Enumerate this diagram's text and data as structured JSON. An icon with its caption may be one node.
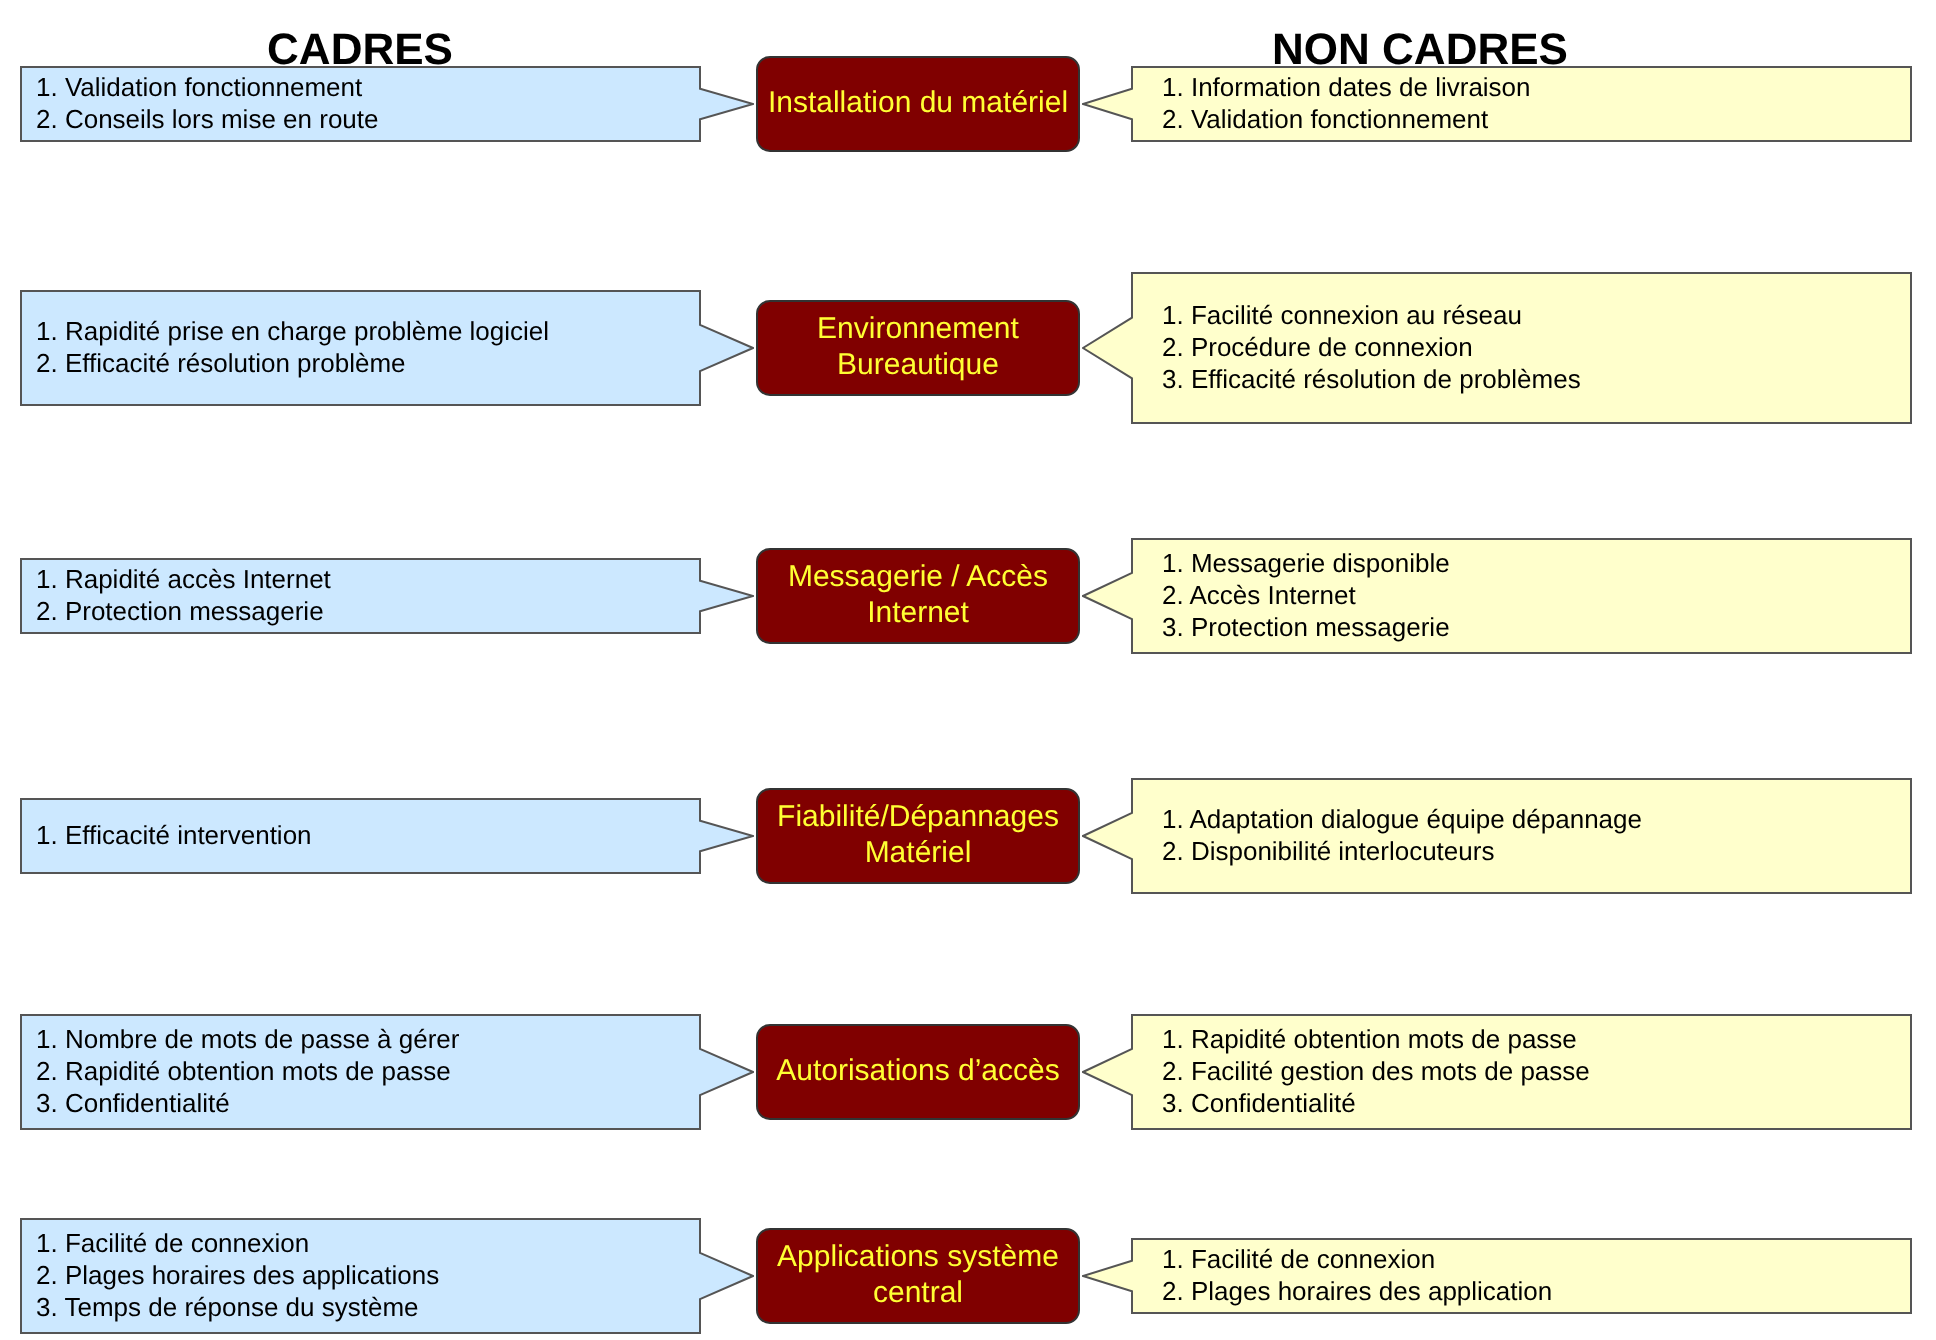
{
  "diagram": {
    "nodes": [
      {
        "text": [
          "1. Validation fonctionnement",
          "2. Conseils lors mise en route"
        ]
      },
      {
        "text": [
          "Installation du matériel"
        ]
      },
      {
        "text": [
          "1. Information dates de livraison",
          "2. Validation fonctionnement"
        ]
      },
      {
        "text": [
          "1. Rapidité prise en charge problème logiciel",
          "2. Efficacité résolution problème"
        ]
      },
      {
        "text": [
          "Environnement Bureautique"
        ]
      },
      {
        "text": [
          "1. Facilité connexion au réseau",
          "2. Procédure de connexion",
          "3. Efficacité résolution de problèmes"
        ]
      },
      {
        "text": [
          "1. Rapidité accès Internet",
          "2. Protection messagerie"
        ]
      },
      {
        "text": [
          "Messagerie / Accès Internet"
        ]
      },
      {
        "text": [
          "1. Messagerie disponible",
          "2. Accès Internet",
          "3. Protection messagerie"
        ]
      },
      {
        "text": [
          "1. Efficacité intervention"
        ]
      },
      {
        "text": [
          "Fiabilité/Dépannages Matériel"
        ]
      },
      {
        "text": [
          "1. Adaptation dialogue équipe dépannage",
          "2. Disponibilité interlocuteurs"
        ]
      },
      {
        "text": [
          "1. Nombre de mots de passe à gérer",
          "2. Rapidité obtention mots de passe",
          "3. Confidentialité"
        ]
      },
      {
        "text": [
          "Autorisations d’accès"
        ]
      },
      {
        "text": [
          "1. Rapidité obtention mots de passe",
          "2. Facilité gestion des mots de passe",
          "3. Confidentialité"
        ]
      },
      {
        "text": [
          "1. Facilité de connexion",
          "2. Plages horaires des applications",
          "3. Temps de réponse du système"
        ]
      },
      {
        "text": [
          "Applications système central"
        ]
      },
      {
        "text": [
          "1. Facilité de connexion",
          "2. Plages horaires des application"
        ]
      }
    ],
    "edges": [],
    "labels": [
      "CADRES",
      "NON CADRES"
    ]
  }
}
